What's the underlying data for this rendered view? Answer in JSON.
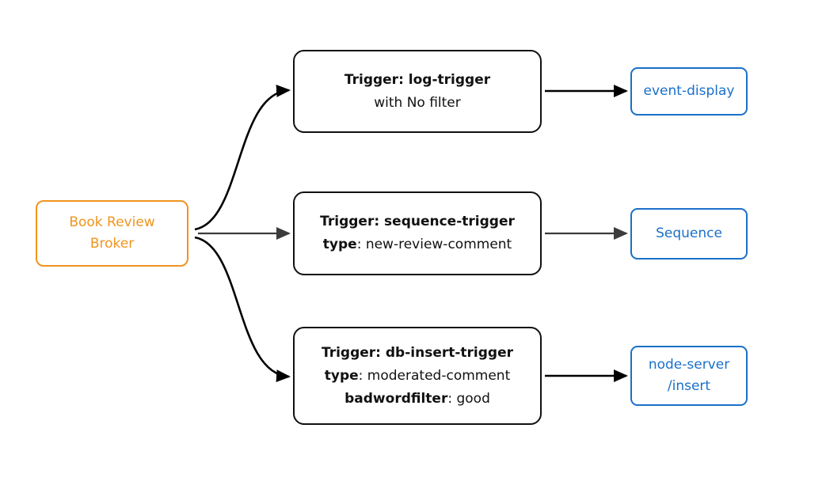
{
  "diagram": {
    "colors": {
      "broker": "#f0941f",
      "trigger_border": "#111111",
      "sink": "#1a70c8",
      "arrow": "#000000",
      "arrow_mid": "#3c3c3c"
    },
    "broker": {
      "line1": "Book Review",
      "line2": "Broker"
    },
    "triggers": [
      {
        "title": "Trigger: log-trigger",
        "subtitle": "with No filter"
      },
      {
        "title": "Trigger: sequence-trigger",
        "attrs": [
          {
            "key": "type",
            "rest": ": new-review-comment"
          }
        ]
      },
      {
        "title": "Trigger: db-insert-trigger",
        "attrs": [
          {
            "key": "type",
            "rest": ": moderated-comment"
          },
          {
            "key": "badwordfilter",
            "rest": ": good"
          }
        ]
      }
    ],
    "sinks": [
      {
        "label": "event-display"
      },
      {
        "label": "Sequence"
      },
      {
        "label": "node-server",
        "label2": "/insert"
      }
    ]
  }
}
